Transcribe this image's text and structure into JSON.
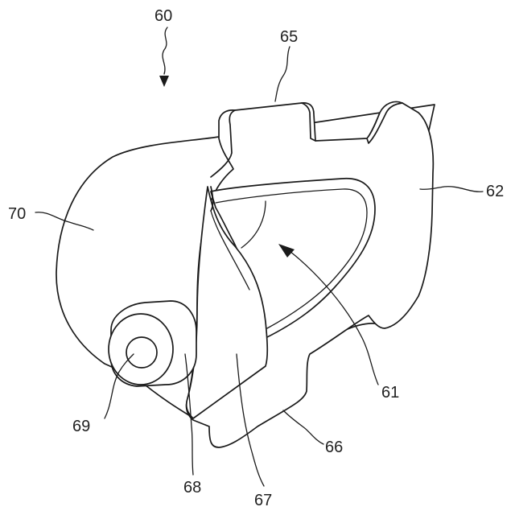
{
  "figure": {
    "labels": {
      "assembly": "60",
      "opening": "61",
      "body_right": "62",
      "top_tab": "65",
      "bottom_tab": "66",
      "curved_plate": "67",
      "boss": "68",
      "bore": "69",
      "rear_shell": "70"
    }
  }
}
